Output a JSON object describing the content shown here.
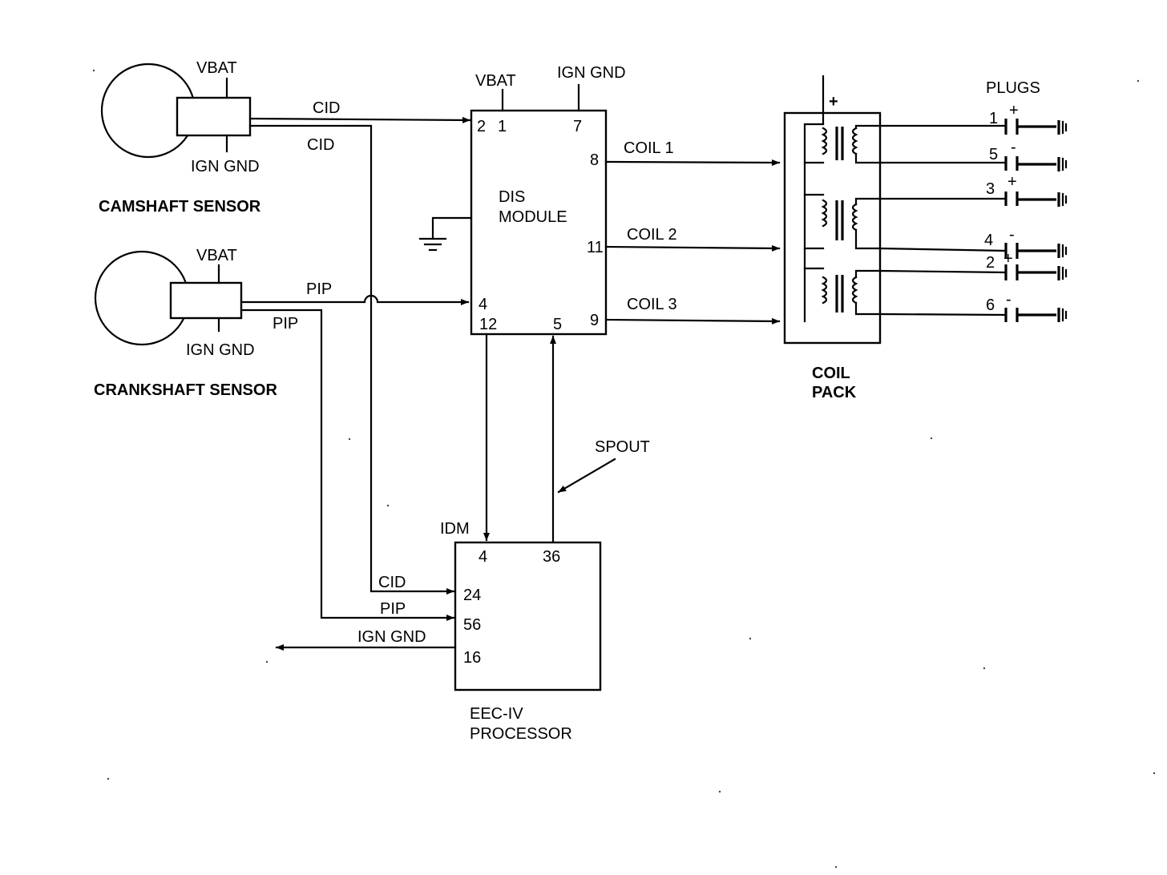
{
  "camshaft": {
    "vbat": "VBAT",
    "gnd": "IGN GND",
    "title": "CAMSHAFT SENSOR",
    "out1": "CID",
    "out2": "CID"
  },
  "crankshaft": {
    "vbat": "VBAT",
    "gnd": "IGN GND",
    "title": "CRANKSHAFT SENSOR",
    "out1": "PIP",
    "out2": "PIP"
  },
  "dis_module": {
    "name_line1": "DIS",
    "name_line2": "MODULE",
    "vbat": "VBAT",
    "ign_gnd": "IGN GND",
    "pins": {
      "p2": "2",
      "p1": "1",
      "p7": "7",
      "p8": "8",
      "p11": "11",
      "p9": "9",
      "p4": "4",
      "p12": "12",
      "p5": "5"
    },
    "coil1": "COIL 1",
    "coil2": "COIL 2",
    "coil3": "COIL 3"
  },
  "coil_pack": {
    "plus": "+",
    "title_line1": "COIL",
    "title_line2": "PACK"
  },
  "plugs": {
    "title": "PLUGS",
    "items": [
      {
        "num": "1",
        "sign": "+"
      },
      {
        "num": "5",
        "sign": "-"
      },
      {
        "num": "3",
        "sign": "+"
      },
      {
        "num": "4",
        "sign": "-"
      },
      {
        "num": "2",
        "sign": "+"
      },
      {
        "num": "6",
        "sign": "-"
      }
    ]
  },
  "eec": {
    "spout": "SPOUT",
    "idm": "IDM",
    "pins": {
      "p4": "4",
      "p36": "36",
      "p24": "24",
      "p56": "56",
      "p16": "16"
    },
    "cid": "CID",
    "pip": "PIP",
    "ign_gnd": "IGN GND",
    "name_line1": "EEC-IV",
    "name_line2": "PROCESSOR"
  }
}
